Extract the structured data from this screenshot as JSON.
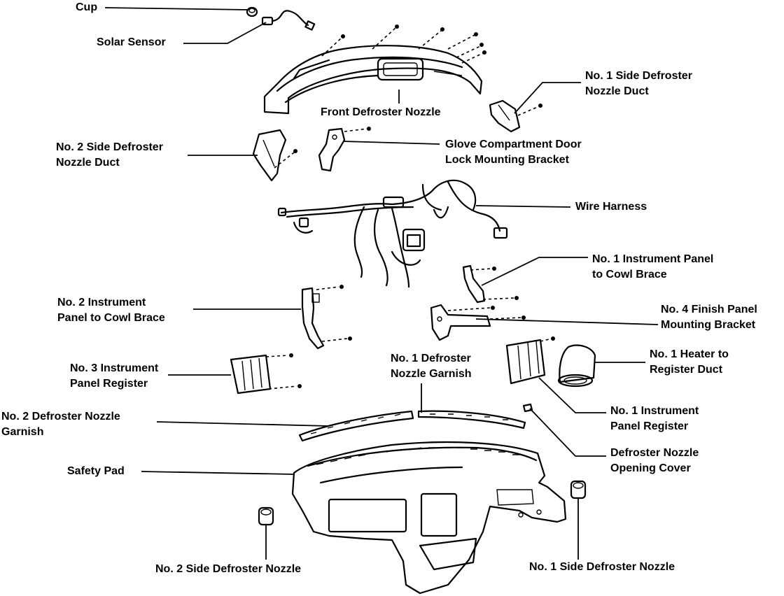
{
  "labels": {
    "cup": [
      "Cup"
    ],
    "solar_sensor": [
      "Solar Sensor"
    ],
    "front_defroster_nozzle": [
      "Front Defroster Nozzle"
    ],
    "no1_side_defroster_nozzle_duct": [
      "No. 1 Side Defroster",
      "Nozzle Duct"
    ],
    "no2_side_defroster_nozzle_duct": [
      "No. 2 Side Defroster",
      "Nozzle Duct"
    ],
    "glove_compartment_door_lock_bracket": [
      "Glove Compartment Door",
      "Lock Mounting Bracket"
    ],
    "wire_harness": [
      "Wire Harness"
    ],
    "no1_instrument_panel_to_cowl_brace": [
      "No. 1 Instrument Panel",
      "to Cowl Brace"
    ],
    "no2_instrument_panel_to_cowl_brace": [
      "No. 2 Instrument",
      "Panel to Cowl Brace"
    ],
    "no4_finish_panel_mounting_bracket": [
      "No. 4 Finish Panel",
      "Mounting Bracket"
    ],
    "no3_instrument_panel_register": [
      "No. 3 Instrument",
      "Panel Register"
    ],
    "no1_defroster_nozzle_garnish": [
      "No. 1 Defroster",
      "Nozzle Garnish"
    ],
    "no1_heater_to_register_duct": [
      "No. 1 Heater to",
      "Register Duct"
    ],
    "no2_defroster_nozzle_garnish": [
      "No. 2 Defroster Nozzle",
      "Garnish"
    ],
    "no1_instrument_panel_register": [
      "No. 1 Instrument",
      "Panel Register"
    ],
    "defroster_nozzle_opening_cover": [
      "Defroster Nozzle",
      "Opening Cover"
    ],
    "safety_pad": [
      "Safety Pad"
    ],
    "no2_side_defroster_nozzle": [
      "No. 2 Side Defroster Nozzle"
    ],
    "no1_side_defroster_nozzle": [
      "No. 1 Side Defroster Nozzle"
    ]
  }
}
